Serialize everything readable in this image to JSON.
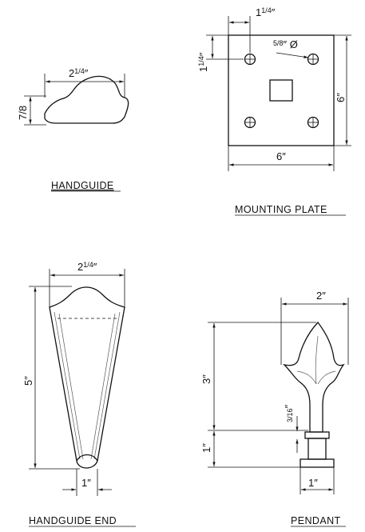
{
  "handguide": {
    "caption": "HANDGUIDE",
    "width_whole": "2",
    "width_frac": "1/4",
    "width_unit": "″",
    "height_frac": "7/8"
  },
  "mounting_plate": {
    "caption": "MOUNTING PLATE",
    "hole_offset_whole": "1",
    "hole_offset_frac": "1/4",
    "hole_offset_unit": "″",
    "hole_diameter_frac": "5/8",
    "hole_diameter_unit": "″ Ø",
    "side_hole_offset_whole": "1",
    "side_hole_offset_frac": "1/4",
    "side_hole_offset_unit": "″",
    "height": "6″",
    "width": "6″"
  },
  "handguide_end": {
    "caption": "HANDGUIDE END",
    "top_width_whole": "2",
    "top_width_frac": "1/4",
    "top_width_unit": "″",
    "length": "5″",
    "bottom_width": "1″"
  },
  "pendant": {
    "caption": "PENDANT",
    "top_width": "2″",
    "finial_height": "3″",
    "collar_frac": "3/16",
    "collar_unit": "″",
    "base_height": "1″",
    "base_width": "1″"
  }
}
